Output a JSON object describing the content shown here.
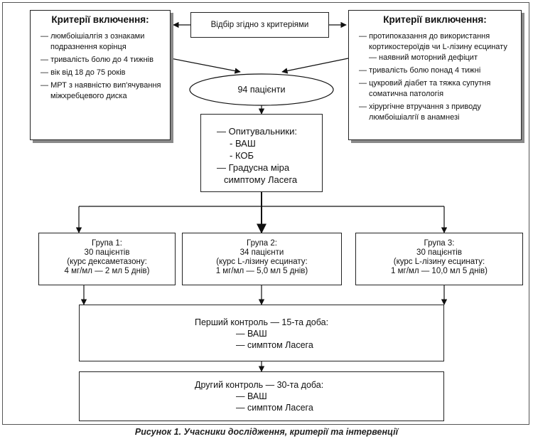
{
  "selection": {
    "label": "Відбір згідно з критеріями"
  },
  "inclusion": {
    "title": "Критерії включення:",
    "items": [
      "люмбоішіалгія з ознаками подразнення корінця",
      "тривалість болю до 4 тижнів",
      "вік від 18 до 75 років",
      "МРТ з наявністю вип'ячування міжхребцевого диска"
    ]
  },
  "exclusion": {
    "title": "Критерії виключення:",
    "items": [
      "протипоказання до використання кортикостероїдів чи L-лізину есцинату — наявний моторний дефіцит",
      "тривалість болю понад 4 тижні",
      "цукровий діабет та тяжка супутня соматична патологія",
      "хірургічне втручання з приводу люмбоішіалгії в анамнезі"
    ]
  },
  "patients": {
    "label": "94 пацієнти"
  },
  "questionnaires": {
    "line1": "— Опитувальники:",
    "line2": "- ВАШ",
    "line3": "- КОБ",
    "line4": "— Градусна міра",
    "line5": "симптому Ласега"
  },
  "groups": [
    {
      "title": "Група 1:",
      "count": "30 пацієнтів",
      "course": "(курс дексаметазону:",
      "dose": "4 мг/мл — 2 мл 5 днів)"
    },
    {
      "title": "Група 2:",
      "count": "34 пацієнти",
      "course": "(курс L-лізину есцинату:",
      "dose": "1 мг/мл — 5,0 мл 5 днів)"
    },
    {
      "title": "Група 3:",
      "count": "30 пацієнтів",
      "course": "(курс L-лізину есцинату:",
      "dose": "1 мг/мл — 10,0 мл 5 днів)"
    }
  ],
  "control1": {
    "title": "Перший контроль — 15-та доба:",
    "item1": "— ВАШ",
    "item2": "— симптом Ласега"
  },
  "control2": {
    "title": "Другий контроль — 30-та доба:",
    "item1": "— ВАШ",
    "item2": "— симптом Ласега"
  },
  "caption": "Рисунок 1. Учасники дослідження, критерії та інтервенції"
}
